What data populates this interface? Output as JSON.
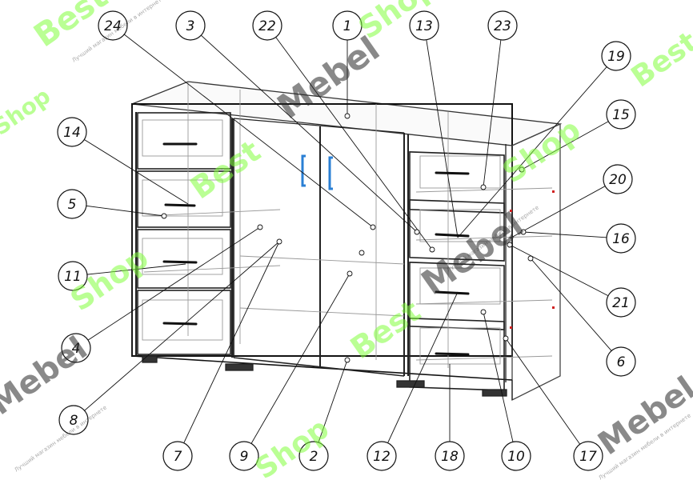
{
  "callouts": [
    {
      "id": "24"
    },
    {
      "id": "3"
    },
    {
      "id": "22"
    },
    {
      "id": "1"
    },
    {
      "id": "13"
    },
    {
      "id": "23"
    },
    {
      "id": "19"
    },
    {
      "id": "15"
    },
    {
      "id": "20"
    },
    {
      "id": "16"
    },
    {
      "id": "21"
    },
    {
      "id": "6"
    },
    {
      "id": "17"
    },
    {
      "id": "10"
    },
    {
      "id": "18"
    },
    {
      "id": "12"
    },
    {
      "id": "2"
    },
    {
      "id": "9"
    },
    {
      "id": "7"
    },
    {
      "id": "8"
    },
    {
      "id": "4"
    },
    {
      "id": "11"
    },
    {
      "id": "5"
    },
    {
      "id": "14"
    }
  ],
  "watermark": {
    "brand_green_1": "Best",
    "brand_dark_1": "Mebel",
    "brand_green_2": "Shop",
    "tagline": "Лучший магазин мебели в интернете"
  },
  "colors": {
    "line": "#222222",
    "hidden_line": "#9a9a9a",
    "handle_accent": "#2a7fd4",
    "watermark_green": "#82ff3c",
    "marker_red": "#d02020"
  }
}
